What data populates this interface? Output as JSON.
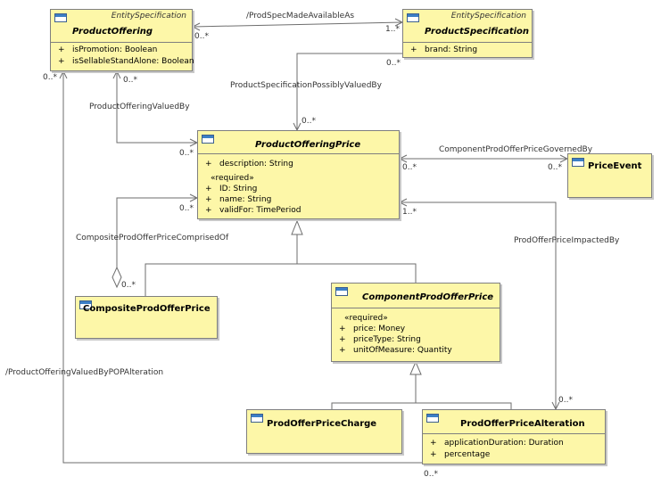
{
  "classes": {
    "product_offering": {
      "stereotype": "EntitySpecification",
      "name": "ProductOffering",
      "attributes": [
        {
          "vis": "+",
          "text": "isPromotion: Boolean"
        },
        {
          "vis": "+",
          "text": "isSellableStandAlone: Boolean"
        }
      ]
    },
    "product_specification": {
      "stereotype": "EntitySpecification",
      "name": "ProductSpecification",
      "attributes": [
        {
          "vis": "+",
          "text": "brand: String"
        }
      ]
    },
    "product_offering_price": {
      "name": "ProductOfferingPrice",
      "attributes": [
        {
          "vis": "+",
          "text": "description: String"
        }
      ],
      "required_label": "«required»",
      "required": [
        {
          "vis": "+",
          "text": "ID: String"
        },
        {
          "vis": "+",
          "text": "name: String"
        },
        {
          "vis": "+",
          "text": "validFor: TimePeriod"
        }
      ]
    },
    "price_event": {
      "name": "PriceEvent"
    },
    "composite_prod_offer_price": {
      "name": "CompositeProdOfferPrice"
    },
    "component_prod_offer_price": {
      "name": "ComponentProdOfferPrice",
      "required_label": "«required»",
      "required": [
        {
          "vis": "+",
          "text": "price: Money"
        },
        {
          "vis": "+",
          "text": "priceType: String"
        },
        {
          "vis": "+",
          "text": "unitOfMeasure: Quantity"
        }
      ]
    },
    "prod_offer_price_charge": {
      "name": "ProdOfferPriceCharge"
    },
    "prod_offer_price_alteration": {
      "name": "ProdOfferPriceAlteration",
      "attributes": [
        {
          "vis": "+",
          "text": "applicationDuration: Duration"
        },
        {
          "vis": "+",
          "text": "percentage"
        }
      ]
    }
  },
  "associations": {
    "prod_spec_made_available_as": "/ProdSpecMadeAvailableAs",
    "product_specification_possibly_valued_by": "ProductSpecificationPossiblyValuedBy",
    "product_offering_valued_by": "ProductOfferingValuedBy",
    "component_prod_offer_price_governed_by": "ComponentProdOfferPriceGovernedBy",
    "composite_prod_offer_price_comprised_of": "CompositeProdOfferPriceComprisedOf",
    "prod_offer_price_impacted_by": "ProdOfferPriceImpactedBy",
    "product_offering_valued_by_pop_alteration": "/ProductOfferingValuedByPOPAlteration"
  },
  "multiplicities": {
    "m1": "0..*",
    "m2": "1..*",
    "m3": "0..*",
    "m4": "0..*",
    "m5": "0..*",
    "m6": "0..*",
    "m7": "0..*",
    "m8": "0..*",
    "m9": "0..*",
    "m10": "0..*",
    "m11": "1..*",
    "m12": "0..*",
    "m13": "0..*",
    "m14": "0..*"
  }
}
